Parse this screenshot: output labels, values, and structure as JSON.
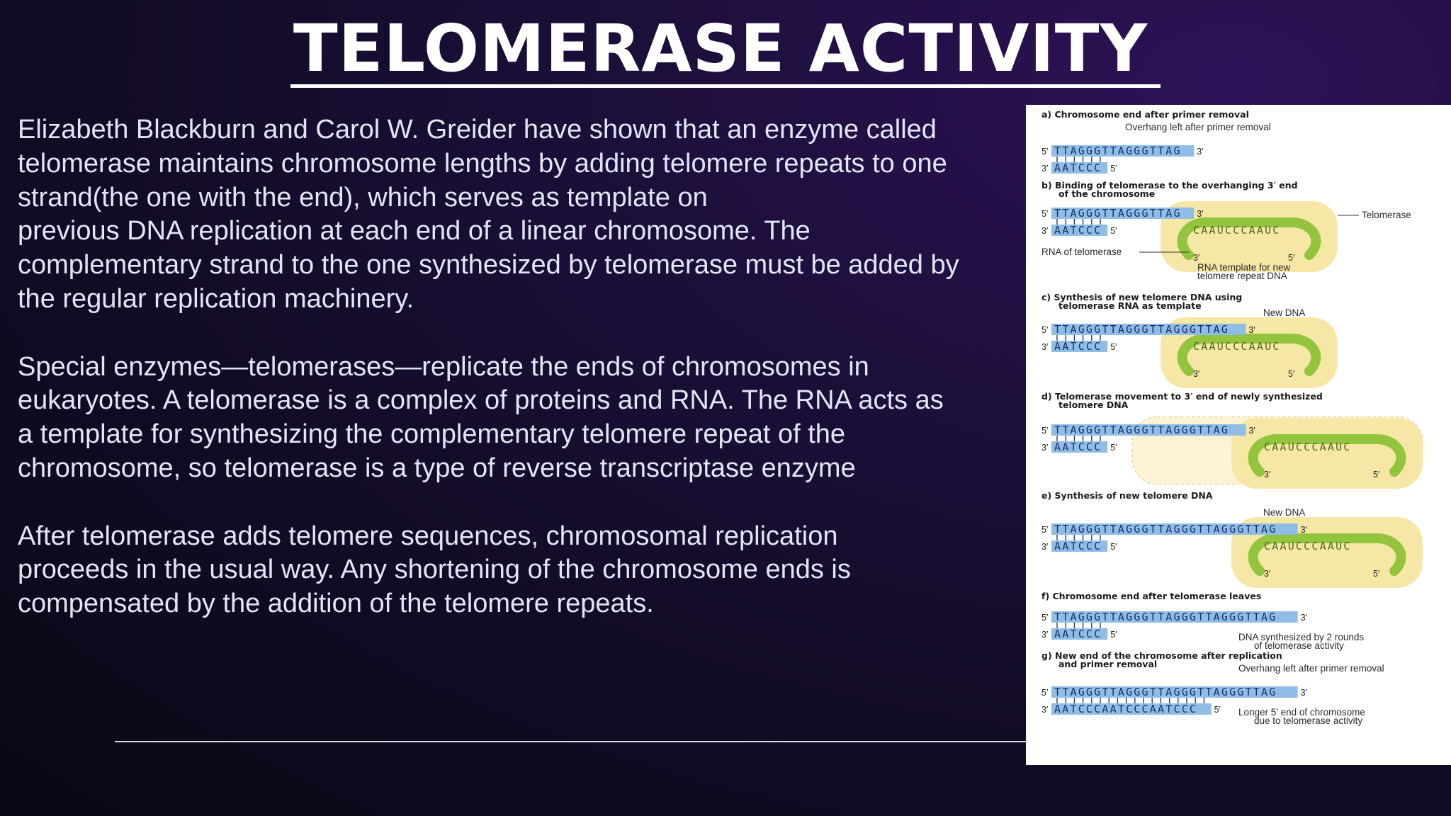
{
  "slide": {
    "title": "TELOMERASE ACTIVITY",
    "paragraphs": [
      "Elizabeth Blackburn and Carol W. Greider have shown that an enzyme called\ntelomerase maintains chromosome lengths by adding telomere repeats to one\nstrand(the one with the end), which serves as template on\nprevious DNA replication at each end of a linear chromosome. The\ncomplementary strand to the one synthesized by telomerase must be added by\nthe regular replication machinery.",
      "Special enzymes—telomerases—replicate the ends of chromosomes in\neukaryotes. A telomerase is a complex of proteins and RNA. The RNA acts as\na template for synthesizing the complementary telomere repeat of the\nchromosome, so telomerase is a type of reverse transcriptase enzyme",
      " After telomerase adds telomere sequences, chromosomal replication\nproceeds in the usual way. Any shortening of the chromosome ends is\ncompensated by the addition of the telomere repeats."
    ]
  },
  "figure": {
    "colors": {
      "dna": "#8fbde6",
      "enzyme": "#f7e7a6",
      "rna_arm": "#93c43e"
    },
    "panels": [
      {
        "label": "a) Chromosome end after primer removal",
        "caption": "Overhang left after primer removal",
        "top": "TTAGGGTTAGGGTTAG",
        "bottom": "AATCCC"
      },
      {
        "label": "b) Binding of telomerase to the overhanging 3′ end",
        "label2": "of the chromosome",
        "top": "TTAGGGTTAGGGTTAG",
        "bottom": "AATCCC",
        "rna": "CAAUCCCAAUC",
        "enzyme_label": "Telomerase",
        "rna_label": "RNA of telomerase",
        "template_label": "RNA template for new",
        "template_label2": "telomere repeat DNA"
      },
      {
        "label": "c) Synthesis of new telomere DNA using",
        "label2": "telomerase RNA as template",
        "caption": "New DNA",
        "top": "TTAGGGTTAGGGTTAGGGTTAG",
        "bottom": "AATCCC",
        "rna": "CAAUCCCAAUC"
      },
      {
        "label": "d) Telomerase movement to 3′ end of newly synthesized",
        "label2": "telomere DNA",
        "top": "TTAGGGTTAGGGTTAGGGTTAG",
        "bottom": "AATCCC",
        "rna": "CAAUCCCAAUC"
      },
      {
        "label": "e) Synthesis of new telomere DNA",
        "caption": "New DNA",
        "top": "TTAGGGTTAGGGTTAGGGTTAGGGTTAG",
        "bottom": "AATCCC",
        "rna": "CAAUCCCAAUC"
      },
      {
        "label": "f) Chromosome end after telomerase leaves",
        "top": "TTAGGGTTAGGGTTAGGGTTAGGGTTAG",
        "bottom": "AATCCC",
        "note": "DNA synthesized by 2 rounds",
        "note2": "of telomerase activity"
      },
      {
        "label": "g) New end of the chromosome after replication",
        "label2": "and primer removal",
        "caption": "Overhang left after primer removal",
        "top": "TTAGGGTTAGGGTTAGGGTTAGGGTTAG",
        "bottom": "AATCCCAATCCCAATCCC",
        "note": "Longer 5′ end of chromosome",
        "note2": "due to telomerase activity"
      }
    ],
    "ends": {
      "five": "5′",
      "three": "3′"
    }
  }
}
